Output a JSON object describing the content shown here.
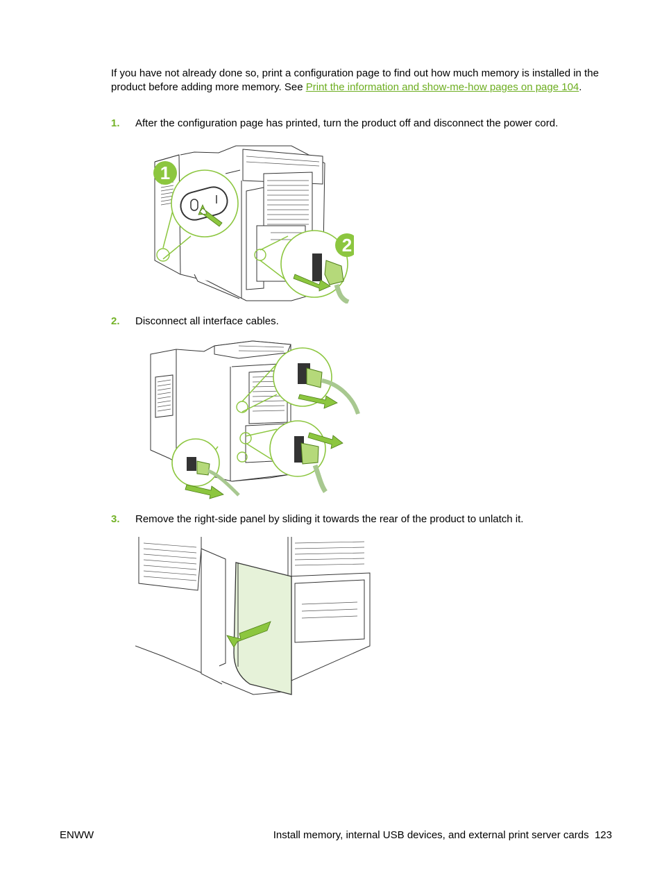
{
  "intro": {
    "text_before": "If you have not already done so, print a configuration page to find out how much memory is installed in the product before adding more memory. See ",
    "link_text": "Print the information and show-me-how pages on page 104",
    "text_after": "."
  },
  "steps": [
    {
      "number": "1.",
      "text": "After the configuration page has printed, turn the product off and disconnect the power cord."
    },
    {
      "number": "2.",
      "text": "Disconnect all interface cables."
    },
    {
      "number": "3.",
      "text": "Remove the right-side panel by sliding it towards the rear of the product to unlatch it."
    }
  ],
  "figure1": {
    "callout_1": "1",
    "callout_2": "2"
  },
  "footer": {
    "left": "ENWW",
    "right": "Install memory, internal USB devices, and external print server cards",
    "page_number": "123"
  },
  "colors": {
    "accent": "#6cad1f",
    "panel_fill": "#e6f2d9",
    "line": "#333333"
  }
}
